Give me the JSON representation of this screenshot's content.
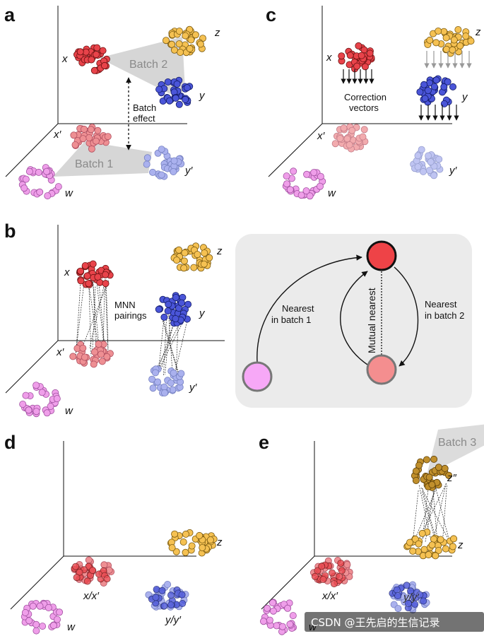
{
  "panels": {
    "a": {
      "label": "a",
      "x": "x",
      "y": "y",
      "z": "z",
      "w": "w",
      "xp": "x′",
      "yp": "y′",
      "batch2": "Batch 2",
      "batch1": "Batch 1",
      "effect_line1": "Batch",
      "effect_line2": "effect"
    },
    "b": {
      "label": "b",
      "x": "x",
      "y": "y",
      "z": "z",
      "w": "w",
      "xp": "x′",
      "yp": "y′",
      "mnn_line1": "MNN",
      "mnn_line2": "pairings",
      "inset": {
        "nearest1_line1": "Nearest",
        "nearest1_line2": "in batch 1",
        "nearest2_line1": "Nearest",
        "nearest2_line2": "in batch 2",
        "mutual": "Mutual nearest"
      }
    },
    "c": {
      "label": "c",
      "x": "x",
      "y": "y",
      "z": "z",
      "w": "w",
      "xp": "x′",
      "yp": "y′",
      "vectors_line1": "Correction",
      "vectors_line2": "vectors"
    },
    "d": {
      "label": "d",
      "z": "z",
      "w": "w",
      "xx": "x/x′",
      "yy": "y/y′"
    },
    "e": {
      "label": "e",
      "z": "z",
      "zpp": "z″",
      "w": "w",
      "xx": "x/x′",
      "yy": "y/y′",
      "batch3": "Batch 3"
    }
  },
  "watermark": "CSDN @王先启的生信记录",
  "colors": {
    "red": "#e8434a",
    "red_light": "#ee8f93",
    "blue": "#4a55d8",
    "blue_light": "#aab1ee",
    "orange": "#f5c152",
    "pink": "#ef9ee9",
    "brown": "#c08f2c",
    "inset_bg": "#ececec",
    "gray_band": "#d2d2d2"
  }
}
